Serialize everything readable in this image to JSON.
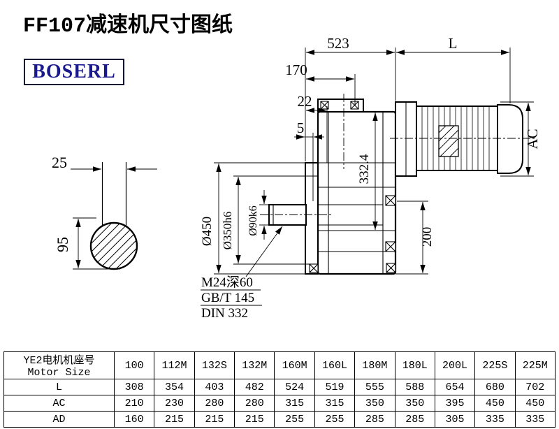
{
  "page": {
    "title": "FF107减速机尺寸图纸",
    "logo_text": "BOSERL"
  },
  "colors": {
    "logo_text": "#1a1a8c",
    "logo_border": "#000030",
    "line": "#000000"
  },
  "drawing": {
    "dims": {
      "w523": "523",
      "motor_length": "L",
      "d170": "170",
      "d22": "22",
      "d5": "5",
      "motor_ac": "AC",
      "h332": "332.4",
      "dia450": "Ø450",
      "dia350": "Ø350h6",
      "dia90": "Ø90k6",
      "v200": "200",
      "key25": "25",
      "key95": "95"
    },
    "thread_note": {
      "line1": "M24深60",
      "line2": "GB/T 145",
      "line3": "DIN 332"
    }
  },
  "table": {
    "header": {
      "line1": "YE2电机机座号",
      "line2": "Motor Size"
    },
    "columns": [
      "100",
      "112M",
      "132S",
      "132M",
      "160M",
      "160L",
      "180M",
      "180L",
      "200L",
      "225S",
      "225M"
    ],
    "rows": [
      {
        "label": "L",
        "values": [
          "308",
          "354",
          "403",
          "482",
          "524",
          "519",
          "555",
          "588",
          "654",
          "680",
          "702"
        ]
      },
      {
        "label": "AC",
        "values": [
          "210",
          "230",
          "280",
          "280",
          "315",
          "315",
          "350",
          "350",
          "395",
          "450",
          "450"
        ]
      },
      {
        "label": "AD",
        "values": [
          "160",
          "215",
          "215",
          "215",
          "255",
          "255",
          "285",
          "285",
          "305",
          "335",
          "335"
        ]
      }
    ]
  }
}
